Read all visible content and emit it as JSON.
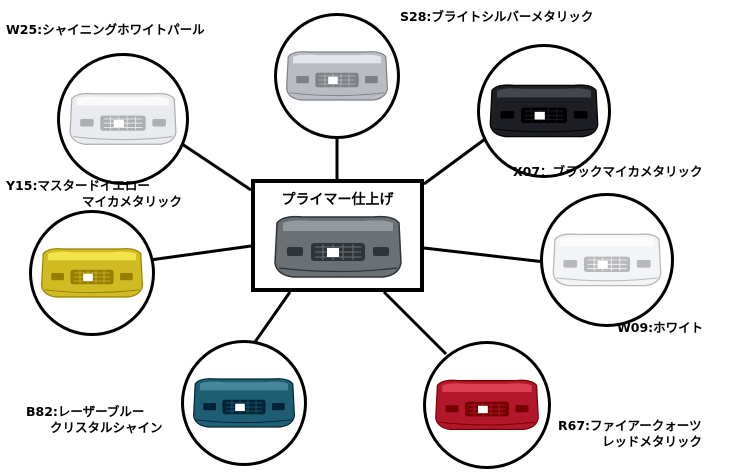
{
  "center": {
    "title": "プライマー仕上げ",
    "color": "#6b7075"
  },
  "variants": [
    {
      "key": "w25",
      "code_label": "W25:シャイニングホワイトパール",
      "line2": "",
      "color": "#e9ebee"
    },
    {
      "key": "s28",
      "code_label": "S28:ブライトシルバーメタリック",
      "line2": "",
      "color": "#b9bcc1"
    },
    {
      "key": "x07",
      "code_label": "X07：ブラックマイカメタリック",
      "line2": "",
      "color": "#1d1f24"
    },
    {
      "key": "y15",
      "code_label": "Y15:マスタードイエロー",
      "line2": "マイカメタリック",
      "color": "#d1bb22"
    },
    {
      "key": "w09",
      "code_label": "W09:ホワイト",
      "line2": "",
      "color": "#f3f4f6"
    },
    {
      "key": "b82",
      "code_label": "B82:レーザーブルー",
      "line2": "クリスタルシャイン",
      "color": "#1d5e73"
    },
    {
      "key": "r67",
      "code_label": "R67:ファイアークォーツ",
      "line2": "レッドメタリック",
      "color": "#b3172b"
    }
  ]
}
